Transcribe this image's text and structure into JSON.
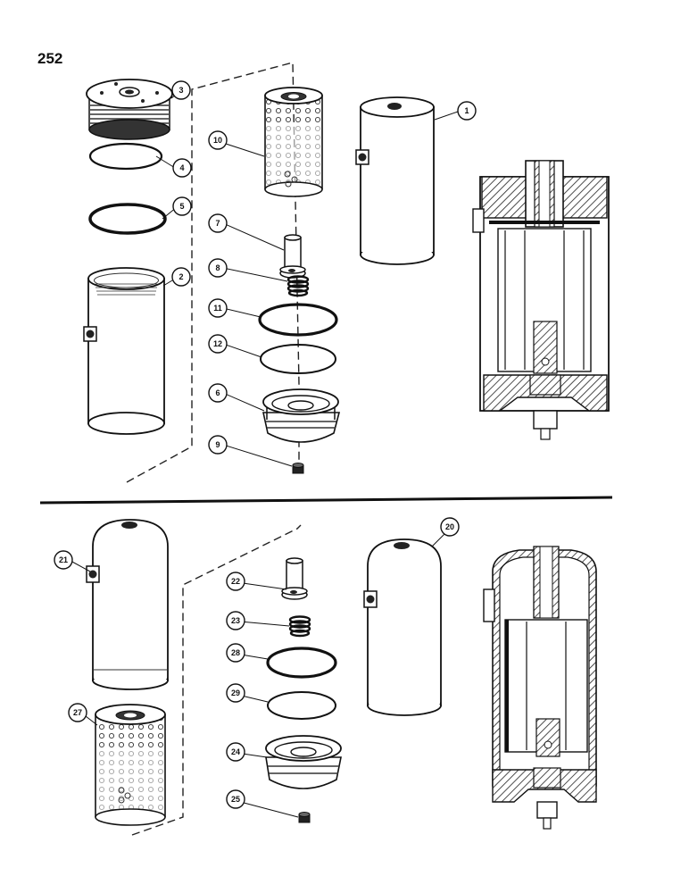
{
  "page": {
    "number": "252"
  },
  "callouts": {
    "c1": "1",
    "c2": "2",
    "c3": "3",
    "c4": "4",
    "c5": "5",
    "c6": "6",
    "c7": "7",
    "c8": "8",
    "c9": "9",
    "c10": "10",
    "c11": "11",
    "c12": "12",
    "c20": "20",
    "c21": "21",
    "c22": "22",
    "c23": "23",
    "c24": "24",
    "c25": "25",
    "c27": "27",
    "c28": "28",
    "c29": "29"
  }
}
